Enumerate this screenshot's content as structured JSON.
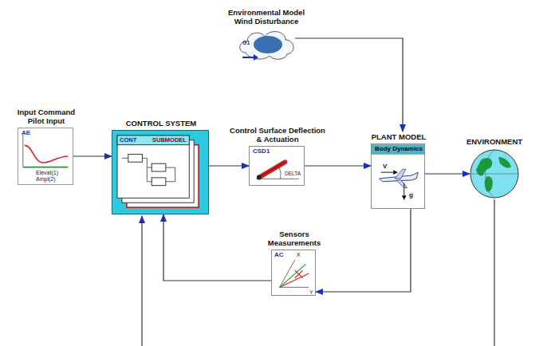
{
  "diagram": {
    "nodes": [
      {
        "text": [
          "Input Command Pilot Input",
          "AE",
          "Elevat(1)",
          "Ampl(2)"
        ]
      },
      {
        "text": [
          "CONTROL SYSTEM",
          "CONT",
          "SUBMODEL"
        ]
      },
      {
        "text": [
          "Control Surface Deflection & Actuation",
          "CSD1",
          "DELTA"
        ]
      },
      {
        "text": [
          "PLANT MODEL",
          "Body Dynamics",
          "V",
          "g"
        ]
      },
      {
        "text": [
          "ENVIRONMENT"
        ]
      },
      {
        "text": [
          "Environmental Model Wind Disturbance",
          "G1"
        ]
      },
      {
        "text": [
          "Sensors Measurements",
          "AC",
          "X",
          "Y"
        ]
      }
    ],
    "edges": [
      {
        "from": 0,
        "to": 1,
        "arrow": "to"
      },
      {
        "from": 1,
        "to": 2,
        "arrow": "to"
      },
      {
        "from": 2,
        "to": 3,
        "arrow": "to"
      },
      {
        "from": 3,
        "to": 4,
        "arrow": "to"
      },
      {
        "from": 5,
        "to": 3,
        "arrow": "to"
      },
      {
        "from": 3,
        "to": 6,
        "arrow": "to"
      },
      {
        "from": 6,
        "to": 1,
        "arrow": "to"
      }
    ]
  }
}
